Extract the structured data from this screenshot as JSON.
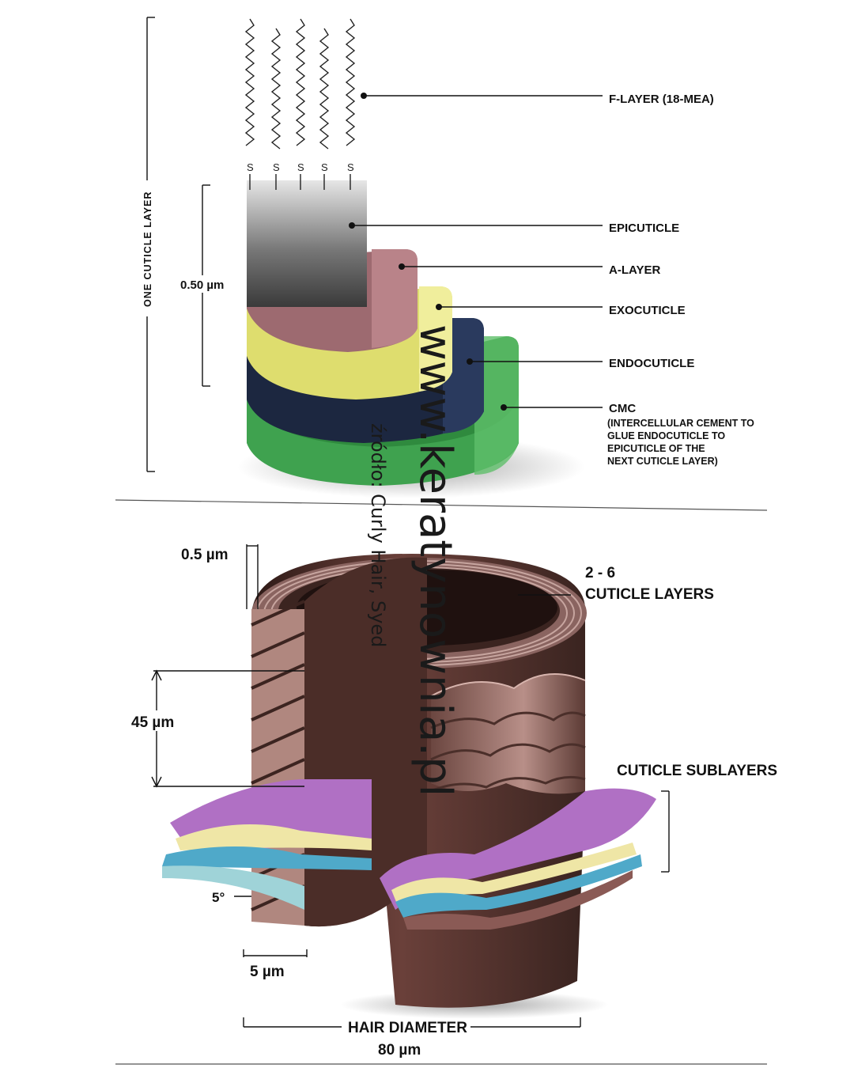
{
  "top_panel": {
    "labels": {
      "f_layer": "F-LAYER (18-MEA)",
      "epicuticle": "EPICUTICLE",
      "a_layer": "A-LAYER",
      "exocuticle": "EXOCUTICLE",
      "endocuticle": "ENDOCUTICLE",
      "cmc_title": "CMC",
      "cmc_desc_1": "(INTERCELLULAR CEMENT TO",
      "cmc_desc_2": "GLUE ENDOCUTICLE TO",
      "cmc_desc_3": "EPICUTICLE OF THE",
      "cmc_desc_4": "NEXT CUTICLE LAYER)"
    },
    "dimensions": {
      "one_cuticle_layer": "ONE CUTICLE LAYER",
      "thickness": "0.50 µm"
    },
    "molecule_atom": "S",
    "layer_colors": {
      "epicuticle": "#9a9a9a",
      "a_layer": "#b07a80",
      "exocuticle": "#e6e37a",
      "endocuticle": "#1f2b45",
      "cmc": "#3f9a4c"
    }
  },
  "bottom_panel": {
    "labels": {
      "cuticle_layers_count": "2 - 6",
      "cuticle_layers": "CUTICLE LAYERS",
      "cuticle_sublayers": "CUTICLE SUBLAYERS",
      "hair_diameter": "HAIR DIAMETER",
      "hair_diameter_value": "80 µm"
    },
    "dimensions": {
      "layer_thickness": "0.5 µm",
      "scale_spacing": "45 µm",
      "angle": "5°",
      "scale_width": "5 µm"
    },
    "colors": {
      "cortex": "#5a3530",
      "cuticle_scale": "#a9827c",
      "sublayer_purple": "#b070c4",
      "sublayer_yellow": "#efe6a6",
      "sublayer_blue": "#4fa9c9"
    }
  },
  "watermark": {
    "main": "www.keratynownia.pl",
    "source": "źródło: Curly Hair, Syed"
  }
}
